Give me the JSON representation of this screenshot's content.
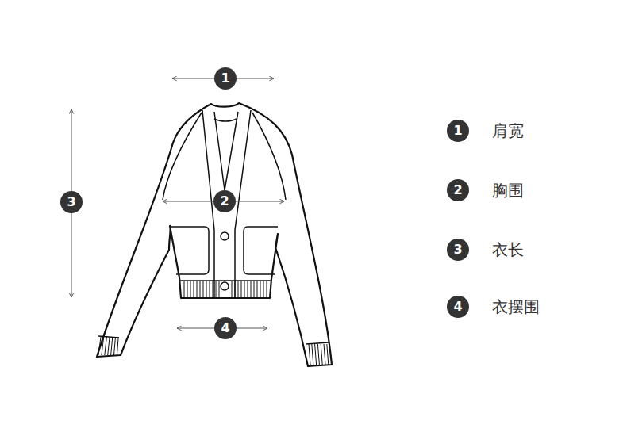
{
  "diagram": {
    "nodes": [
      {
        "text": [
          "1"
        ]
      },
      {
        "text": [
          "3"
        ]
      },
      {
        "text": [
          "2"
        ]
      },
      {
        "text": [
          "4"
        ]
      },
      {
        "text": [
          "1"
        ]
      },
      {
        "text": [
          "2"
        ]
      },
      {
        "text": [
          "3"
        ]
      },
      {
        "text": [
          "4"
        ]
      }
    ],
    "labels": [
      "肩宽",
      "胸围",
      "衣长",
      "衣摆围"
    ]
  }
}
